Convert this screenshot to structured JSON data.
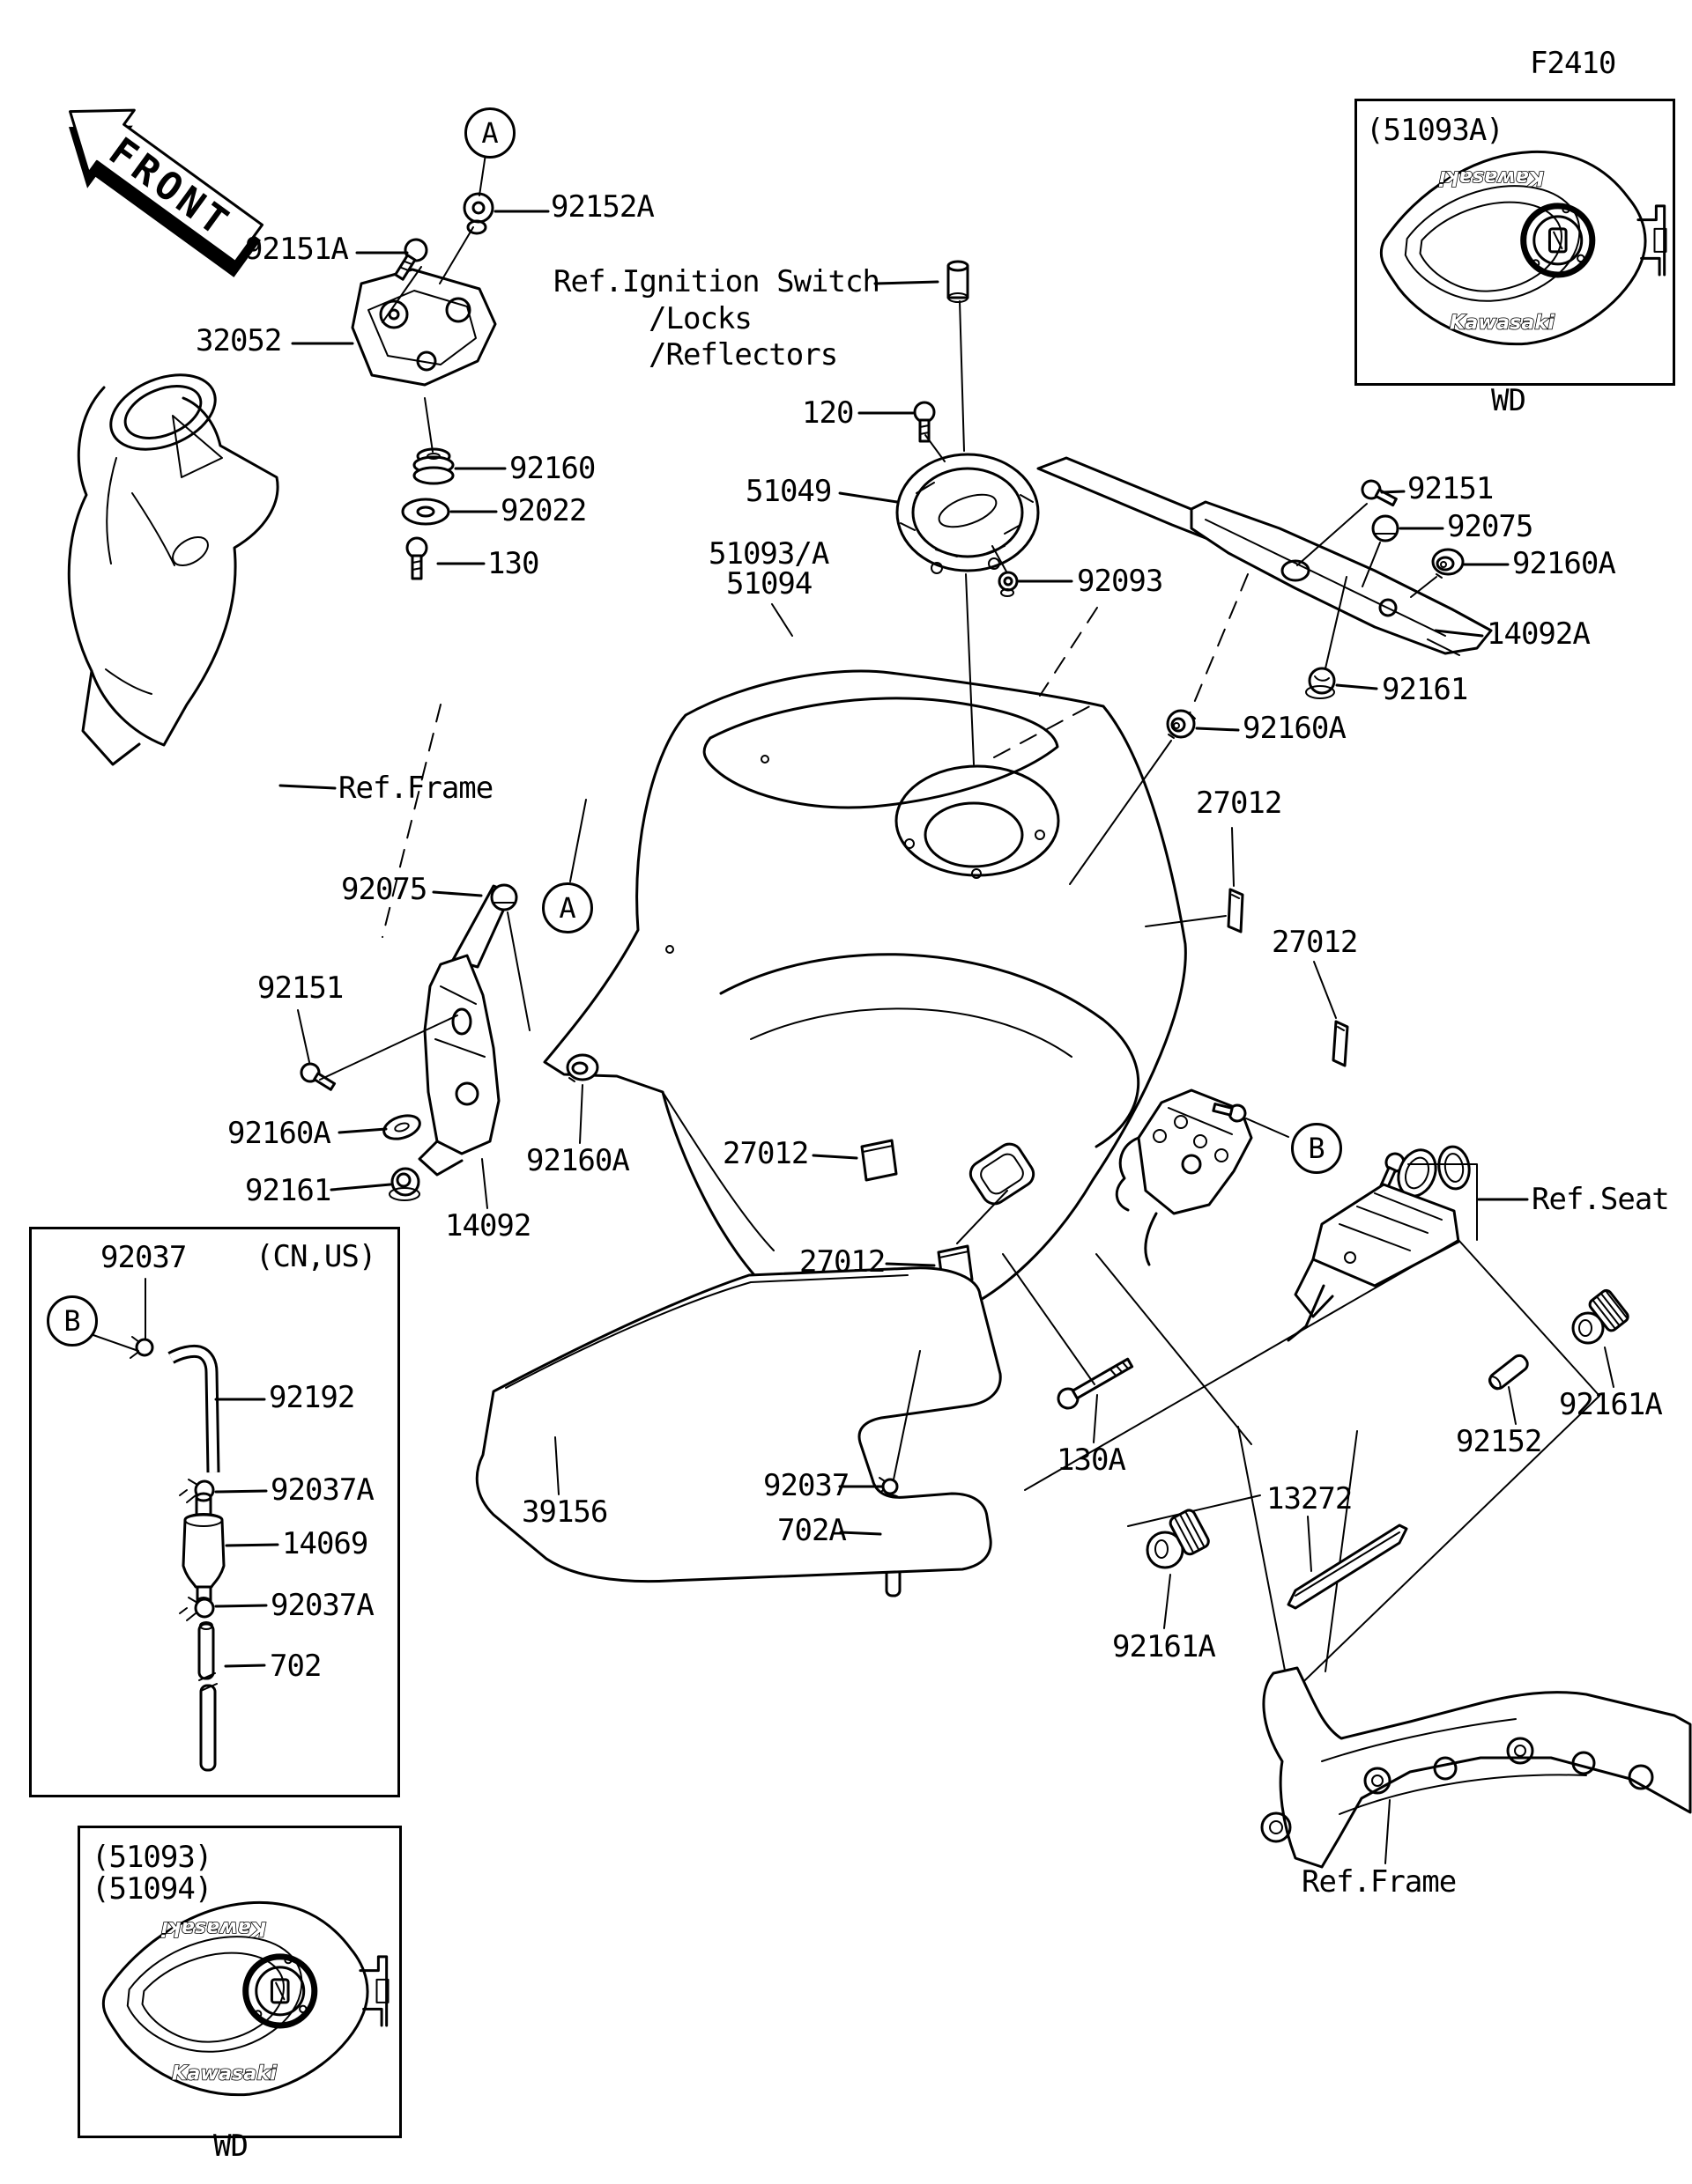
{
  "header": {
    "page_code": "F2410"
  },
  "orientation": {
    "front": "FRONT"
  },
  "markers": {
    "a": "A",
    "b": "B"
  },
  "callouts": {
    "c92151a": "92151A",
    "c32052": "32052",
    "c92152a": "92152A",
    "ref_ignition_1": "Ref.Ignition Switch",
    "ref_ignition_2": "/Locks",
    "ref_ignition_3": "/Reflectors",
    "c120": "120",
    "c51049": "51049",
    "c92160": "92160",
    "c92022": "92022",
    "c130": "130",
    "c51093a_main": "51093/A",
    "c51094_main": "51094",
    "c92093": "92093",
    "c92151_r": "92151",
    "c92075_r": "92075",
    "c92160a_r": "92160A",
    "c14092a": "14092A",
    "c92161_r": "92161",
    "c92160a_m": "92160A",
    "c27012_r1": "27012",
    "c27012_r2": "27012",
    "ref_frame_l": "Ref.Frame",
    "c92075_l": "92075",
    "c92151_l": "92151",
    "c92160a_l1": "92160A",
    "c92161_l": "92161",
    "c14092": "14092",
    "c92160a_l2": "92160A",
    "c27012_m1": "27012",
    "c27012_m2": "27012",
    "ref_seat": "Ref.Seat",
    "c39156": "39156",
    "c92037_m": "92037",
    "c702a": "702A",
    "c130a": "130A",
    "c92161a_r": "92161A",
    "c92152": "92152",
    "c13272": "13272",
    "c92161a_m": "92161A",
    "ref_frame_b": "Ref.Frame"
  },
  "box": {
    "c92037": "92037",
    "region": "(CN,US)",
    "c92192": "92192",
    "c92037a_1": "92037A",
    "c14069": "14069",
    "c92037a_2": "92037A",
    "c702": "702"
  },
  "inset_top": {
    "title": "(51093A)",
    "wd": "WD",
    "brand": "Kawasaki"
  },
  "inset_bottom": {
    "title1": "(51093)",
    "title2": "(51094)",
    "wd": "WD",
    "brand": "Kawasaki"
  }
}
